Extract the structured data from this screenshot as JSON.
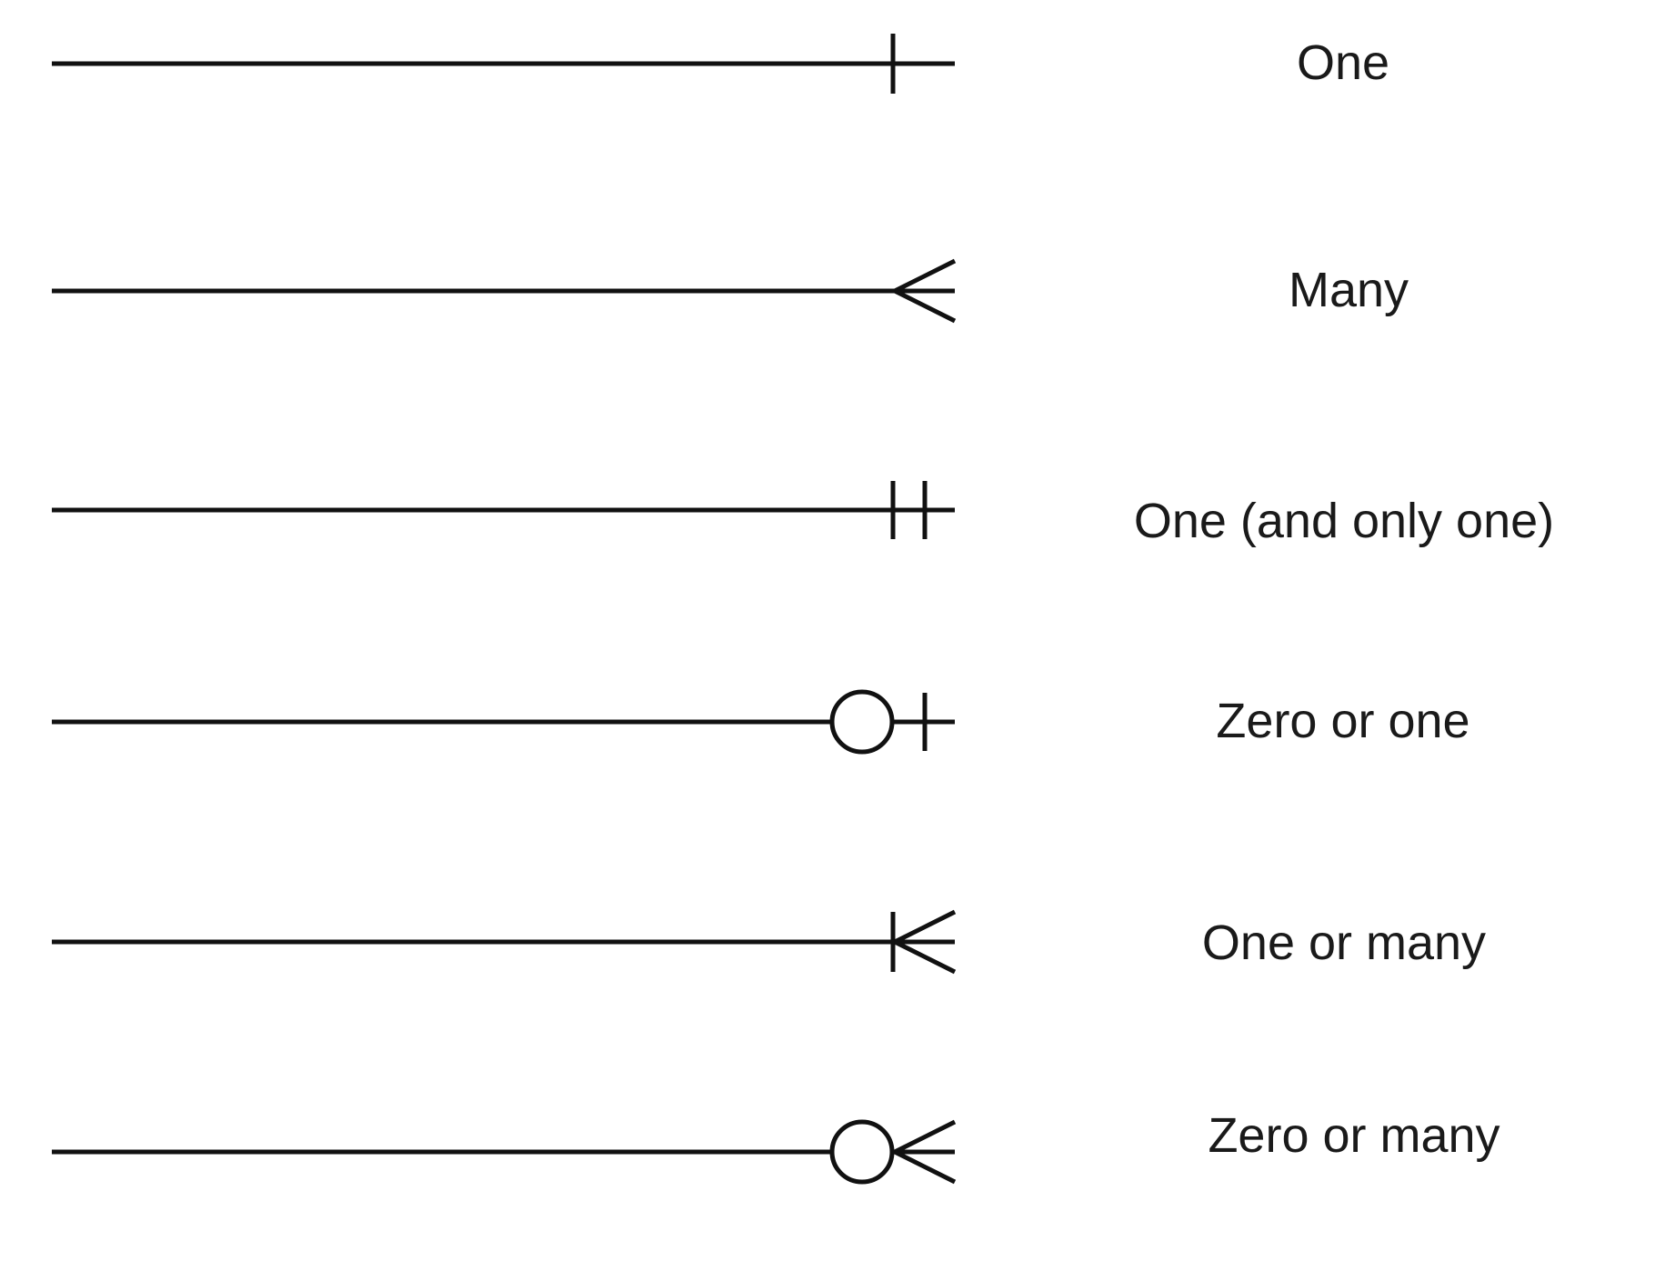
{
  "legend": {
    "rows": [
      {
        "label": "One",
        "symbol": "one"
      },
      {
        "label": "Many",
        "symbol": "many"
      },
      {
        "label": "One (and only one)",
        "symbol": "one-and-only-one"
      },
      {
        "label": "Zero or one",
        "symbol": "zero-or-one"
      },
      {
        "label": "One or many",
        "symbol": "one-or-many"
      },
      {
        "label": "Zero or many",
        "symbol": "zero-or-many"
      }
    ]
  }
}
